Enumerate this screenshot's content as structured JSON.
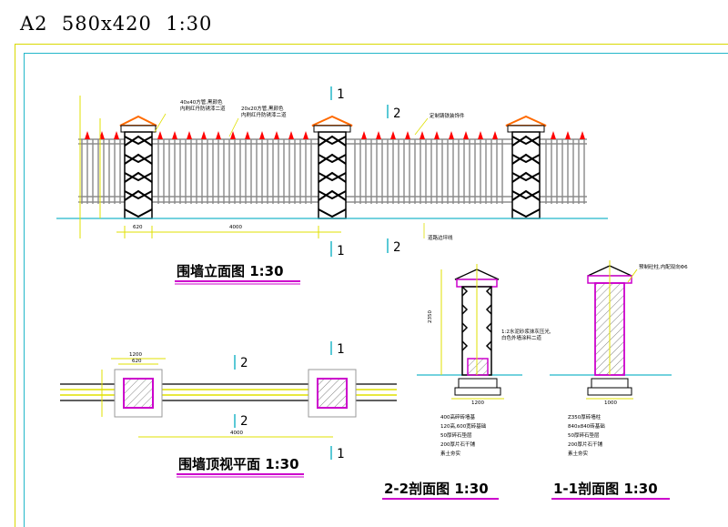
{
  "sheet": {
    "label": "A2  580x420  1:30"
  },
  "views": {
    "elevation": {
      "title": "围墙立面图  1:30",
      "dim_gap": "4000",
      "dim_pier": "620"
    },
    "plan": {
      "title": "围墙顶视平面 1:30",
      "dim_gap": "4000",
      "dim_pier_outer": "1200",
      "dim_pier_inner": "620"
    },
    "section_22": {
      "title": "2-2剖面图  1:30",
      "dim_height": "2350",
      "dim_base": "1200"
    },
    "section_11": {
      "title": "1-1剖面图  1:30",
      "dim_base": "1000"
    }
  },
  "section_marks": [
    "1",
    "2"
  ],
  "annotations": {
    "elev_note_a": [
      "40x40方管,黑颜色",
      "内刷红丹防锈漆二道"
    ],
    "elev_note_b": [
      "20x20方管,黑颜色",
      "内刷红丹防锈漆二道"
    ],
    "elev_note_c": "定制铸铁装饰件",
    "elev_note_d": "道路边坪线",
    "sec22_note": [
      "1:2水泥砂浆抹灰压光,",
      "白色外墙涂料二道"
    ],
    "sec22_layers": [
      "400高碎砖墙基",
      "120高,600宽砖基础",
      "50厚碎石垫层",
      "200厚片石干铺",
      "素土夯实"
    ],
    "sec11_note": "预制砼柱,内配双向Φ6",
    "sec11_layers": [
      "Z350厚砖墙柱",
      "840x840砖基础",
      "50厚碎石垫层",
      "200厚片石干铺",
      "素土夯实"
    ]
  },
  "colors": {
    "frame_outer": "#d9d900",
    "frame_inner": "#22b7c9",
    "dim": "#e0e000",
    "pier": "#000000",
    "cap": "#ff6a00",
    "spike": "#ff0000",
    "underline": "#cc00cc",
    "fence": "#777777"
  }
}
